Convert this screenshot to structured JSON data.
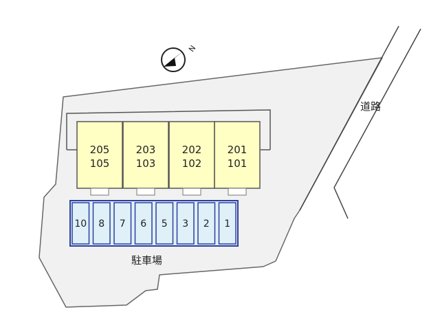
{
  "compass": {
    "icon": "north-arrow-icon",
    "letter": "N"
  },
  "road": {
    "label": "道路"
  },
  "units": [
    {
      "upper": "205",
      "lower": "105"
    },
    {
      "upper": "203",
      "lower": "103"
    },
    {
      "upper": "202",
      "lower": "102"
    },
    {
      "upper": "201",
      "lower": "101"
    }
  ],
  "parking": {
    "label": "駐車場",
    "spaces": [
      "10",
      "8",
      "7",
      "6",
      "5",
      "3",
      "2",
      "1"
    ]
  },
  "colors": {
    "lot": "#f1f1f1",
    "lot_border": "#666666",
    "building": "#ffffc4",
    "building_border": "#555555",
    "parking_fill": "#dff0f8",
    "parking_border": "#2c3e9e"
  }
}
